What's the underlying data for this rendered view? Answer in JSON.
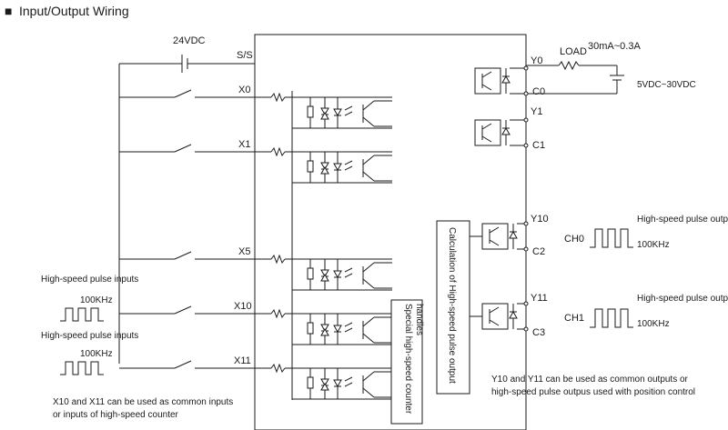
{
  "title": "Input/Output Wiring",
  "title_bullet": "■",
  "inputs": {
    "supply_label": "24VDC",
    "common_label": "S/S",
    "terminals": [
      "X0",
      "X1",
      "X5",
      "X10",
      "X11"
    ],
    "pulse_label_a": "High-speed pulse inputs",
    "pulse_label_b": "High-speed pulse inputs",
    "pulse_freq_a": "100KHz",
    "pulse_freq_b": "100KHz",
    "note_line1": "X10 and X11 can be used as common inputs",
    "note_line2": "or inputs of high-speed counter",
    "counter_box_line1": "Special high-speed counter",
    "counter_box_line2": "handles"
  },
  "outputs": {
    "load_label": "LOAD",
    "load_range": "30mA~0.3A",
    "supply_label": "5VDC~30VDC",
    "terminals": [
      "Y0",
      "C0",
      "Y1",
      "C1",
      "Y10",
      "C2",
      "Y11",
      "C3"
    ],
    "calc_box_label": "Calculation of High-speed pulse output",
    "channels": [
      "CH0",
      "CH1"
    ],
    "pulse_out_label_a": "High-speed pulse outputs",
    "pulse_out_label_b": "High-speed pulse outputs",
    "pulse_out_freq_a": "100KHz",
    "pulse_out_freq_b": "100KHz",
    "note_line1": "Y10 and Y11 can be used as common outputs or",
    "note_line2": "high-speed pulse outpus used with position control"
  }
}
